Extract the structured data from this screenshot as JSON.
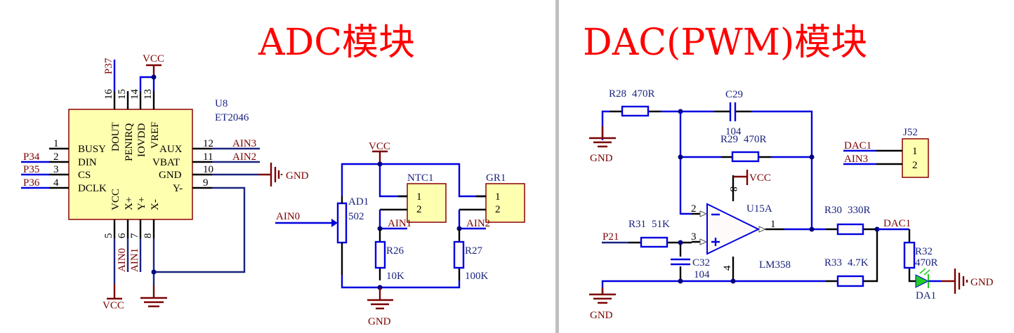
{
  "titles": {
    "adc": "ADC模块",
    "dac": "DAC(PWM)模块"
  },
  "colors": {
    "title": "#ff0000",
    "wire": "#0000e0",
    "power": "#7b0000",
    "chip_fill": "#ffffb0",
    "led": "#22cc22",
    "divider": "#c0c0c0"
  },
  "adc": {
    "u8": {
      "ref": "U8",
      "part": "ET2046",
      "left_pins": [
        {
          "num": "1",
          "name": "BUSY",
          "net": ""
        },
        {
          "num": "2",
          "name": "DIN",
          "net": "P34"
        },
        {
          "num": "3",
          "name": "CS",
          "net": "P35"
        },
        {
          "num": "4",
          "name": "DCLK",
          "net": "P36"
        }
      ],
      "right_pins": [
        {
          "num": "12",
          "name": "AUX",
          "net": "AIN3"
        },
        {
          "num": "11",
          "name": "VBAT",
          "net": "AIN2"
        },
        {
          "num": "10",
          "name": "GND",
          "net": "GND"
        },
        {
          "num": "9",
          "name": "Y-",
          "net": ""
        }
      ],
      "top_pins": [
        {
          "num": "16",
          "name": "DOUT"
        },
        {
          "num": "15",
          "name": "PENIRQ"
        },
        {
          "num": "14",
          "name": "IOVDD"
        },
        {
          "num": "13",
          "name": "VREF"
        }
      ],
      "bottom_pins": [
        {
          "num": "5",
          "name": "VCC"
        },
        {
          "num": "6",
          "name": "X+"
        },
        {
          "num": "7",
          "name": "Y+"
        },
        {
          "num": "8",
          "name": "X-"
        }
      ],
      "top_net": "P37",
      "top_power": "VCC",
      "bottom_power": "VCC",
      "bottom_nets": [
        "AIN0",
        "AIN1"
      ]
    },
    "sensors": {
      "vcc": "VCC",
      "gnd": "GND",
      "pot": {
        "ref": "AD1",
        "value": "502",
        "net": "AIN0"
      },
      "ntc": {
        "ref": "NTC1",
        "pin1": "1",
        "pin2": "2",
        "net": "AIN1"
      },
      "gr": {
        "ref": "GR1",
        "pin1": "1",
        "pin2": "2",
        "net": "AIN2"
      },
      "r26": {
        "ref": "R26",
        "value": "10K"
      },
      "r27": {
        "ref": "R27",
        "value": "100K"
      }
    }
  },
  "dac": {
    "r28": {
      "ref": "R28",
      "value": "470R"
    },
    "c29": {
      "ref": "C29",
      "value": "104"
    },
    "r29": {
      "ref": "R29",
      "value": "470R"
    },
    "r31": {
      "ref": "R31",
      "value": "51K"
    },
    "c32": {
      "ref": "C32",
      "value": "104"
    },
    "r30": {
      "ref": "R30",
      "value": "330R"
    },
    "r33": {
      "ref": "R33",
      "value": "4.7K"
    },
    "r32": {
      "ref": "R32",
      "value": "470R"
    },
    "opamp": {
      "ref": "U15A",
      "part": "LM358",
      "pin_inv": "2",
      "pin_noninv": "3",
      "pin_out": "1",
      "pin_vcc": "8",
      "pin_gnd": "4"
    },
    "led": {
      "ref": "DA1"
    },
    "j52": {
      "ref": "J52",
      "pin1": "1",
      "pin2": "2",
      "net1": "DAC1",
      "net2": "AIN3"
    },
    "nets": {
      "input": "P21",
      "output": "DAC1",
      "vcc": "VCC",
      "gnd": "GND"
    }
  }
}
